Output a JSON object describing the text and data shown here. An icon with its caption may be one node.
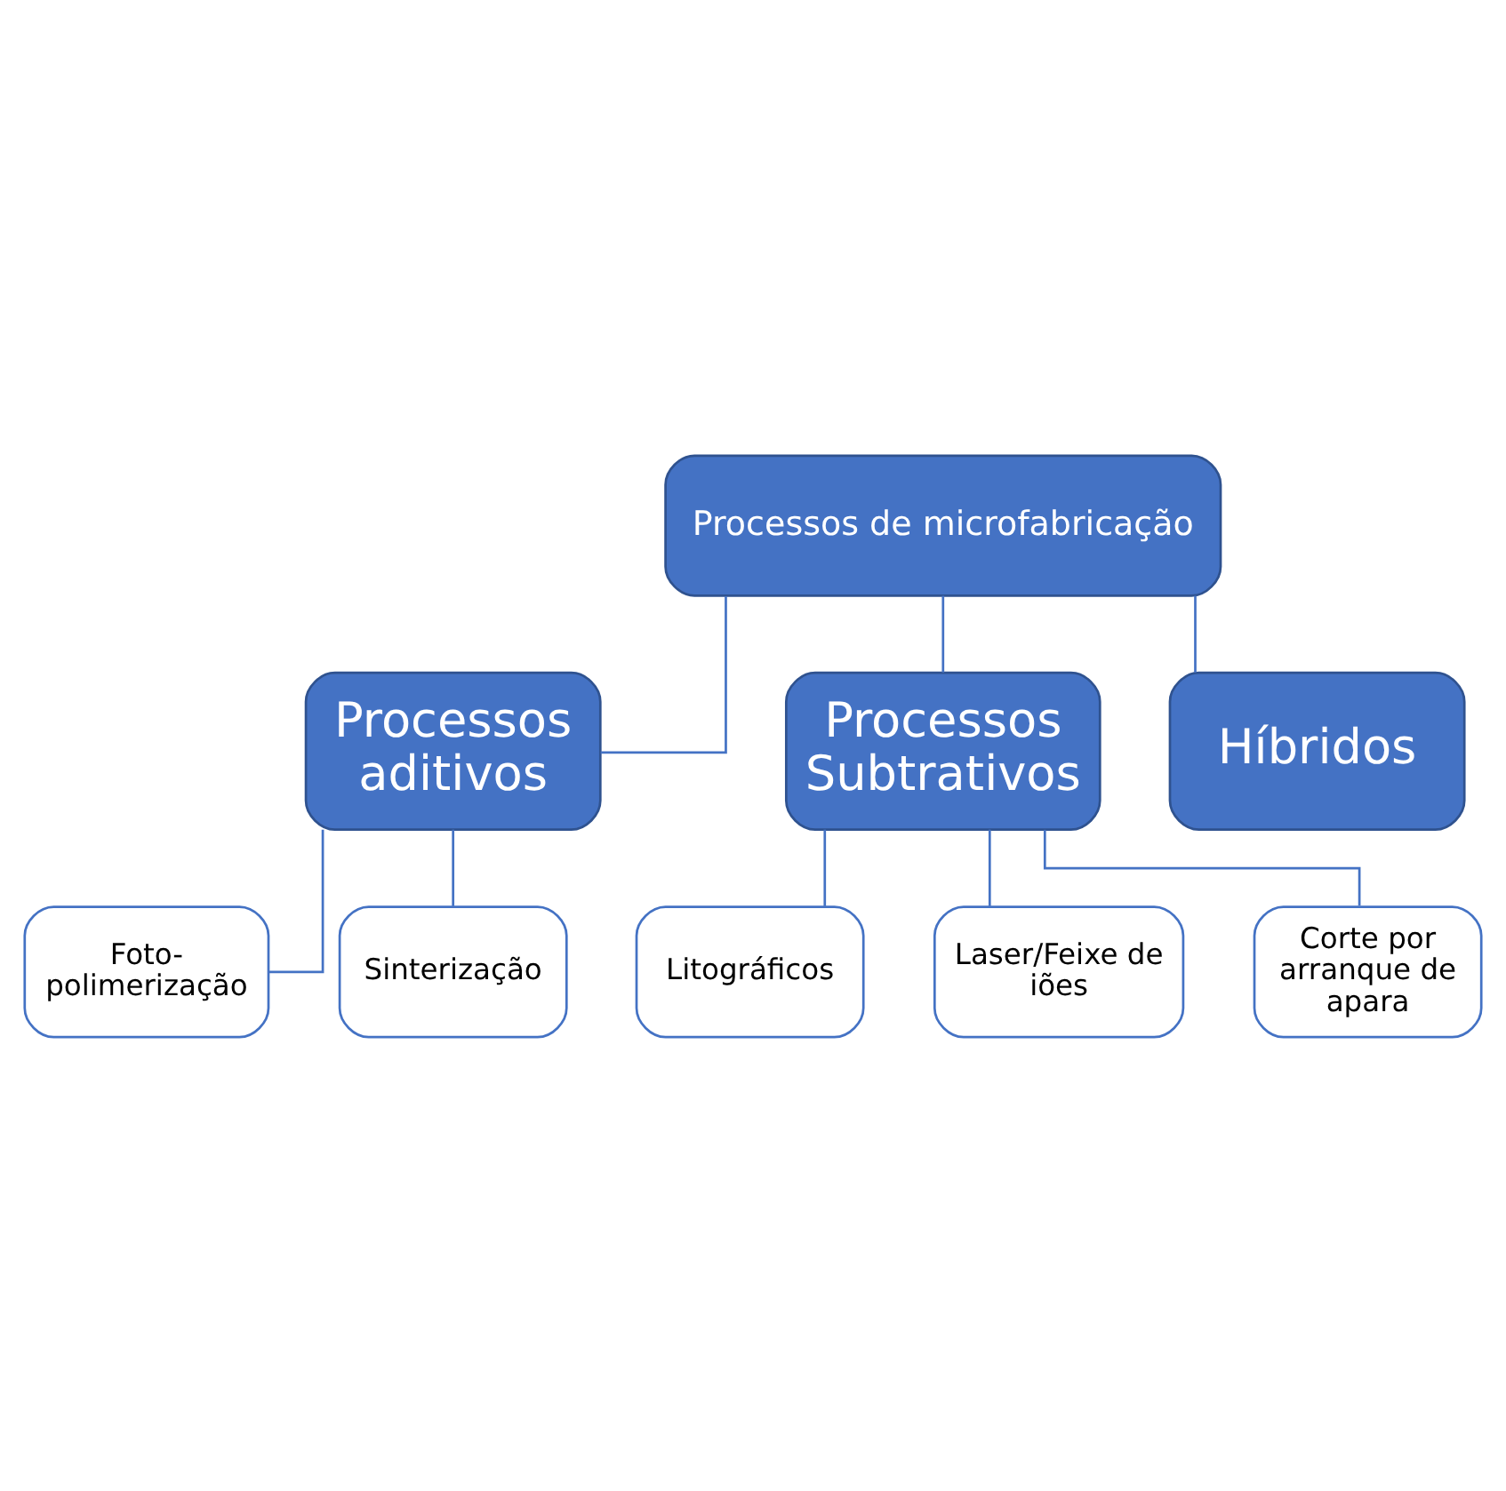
{
  "diagram": {
    "nodes": [
      {
        "text": [
          "Processos de microfabricação"
        ]
      },
      {
        "text": [
          "Processos aditivos"
        ]
      },
      {
        "text": [
          "Processos Subtrativos"
        ]
      },
      {
        "text": [
          "Híbridos"
        ]
      },
      {
        "text": [
          "Foto- polimerização"
        ]
      },
      {
        "text": [
          "Sinterização"
        ]
      },
      {
        "text": [
          "Litográficos"
        ]
      },
      {
        "text": [
          "Laser/Feixe de iões"
        ]
      },
      {
        "text": [
          "Corte por arranque de apara"
        ]
      }
    ],
    "edges": [
      {
        "from": 0,
        "to": 1,
        "arrow": "none"
      },
      {
        "from": 0,
        "to": 2,
        "arrow": "none"
      },
      {
        "from": 0,
        "to": 3,
        "arrow": "none"
      },
      {
        "from": 1,
        "to": 4,
        "arrow": "none"
      },
      {
        "from": 1,
        "to": 5,
        "arrow": "none"
      },
      {
        "from": 2,
        "to": 6,
        "arrow": "none"
      },
      {
        "from": 2,
        "to": 7,
        "arrow": "none"
      },
      {
        "from": 2,
        "to": 8,
        "arrow": "none"
      }
    ]
  }
}
